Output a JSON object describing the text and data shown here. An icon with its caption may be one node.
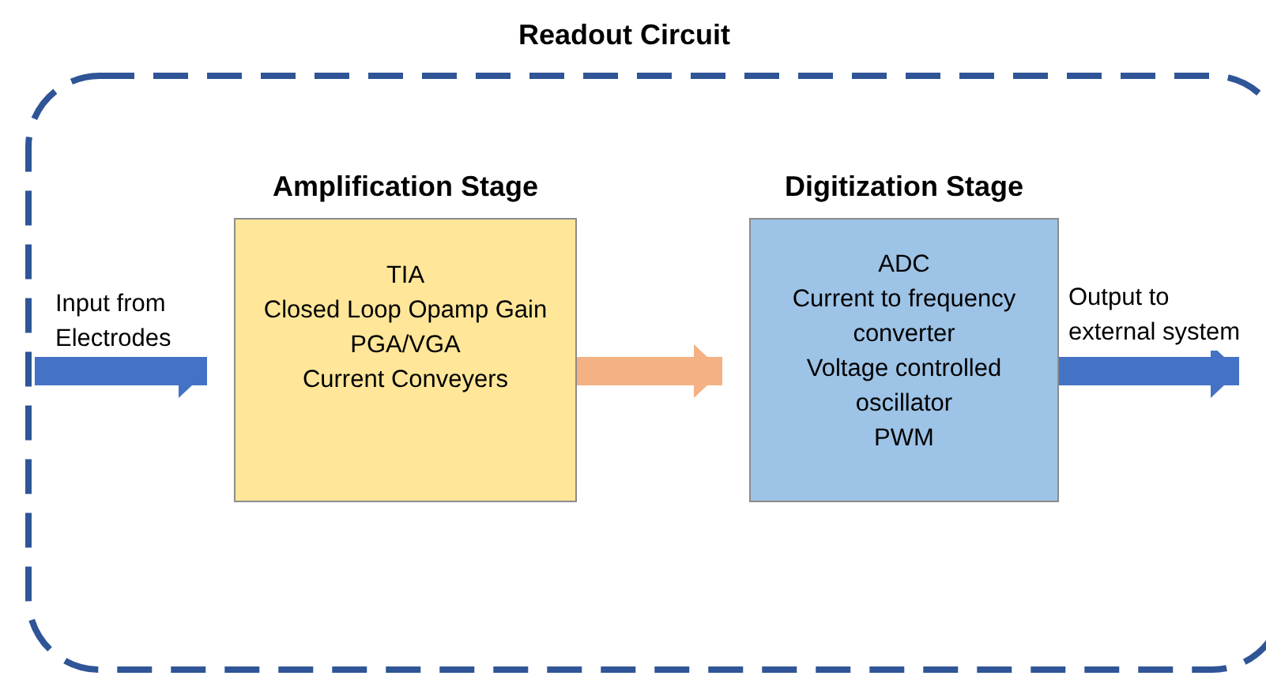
{
  "diagram": {
    "nodes": [
      {
        "text": [
          "Readout Circuit"
        ]
      },
      {
        "text": [
          "Amplification Stage",
          "TIA",
          "Closed Loop Opamp Gain",
          "PGA/VGA",
          "Current Conveyers"
        ],
        "in": 0
      },
      {
        "text": [
          "Digitization Stage",
          "ADC",
          "Current to frequency converter",
          "Voltage controlled oscillator",
          "PWM"
        ],
        "in": 0
      }
    ],
    "edges": [
      {
        "from": null,
        "to": 1,
        "arrow": "to",
        "label": "Input from Electrodes"
      },
      {
        "from": 1,
        "to": 2,
        "arrow": "to",
        "color": "#f4b183"
      },
      {
        "from": 2,
        "to": null,
        "arrow": "to",
        "label": "Output to external system"
      }
    ]
  }
}
